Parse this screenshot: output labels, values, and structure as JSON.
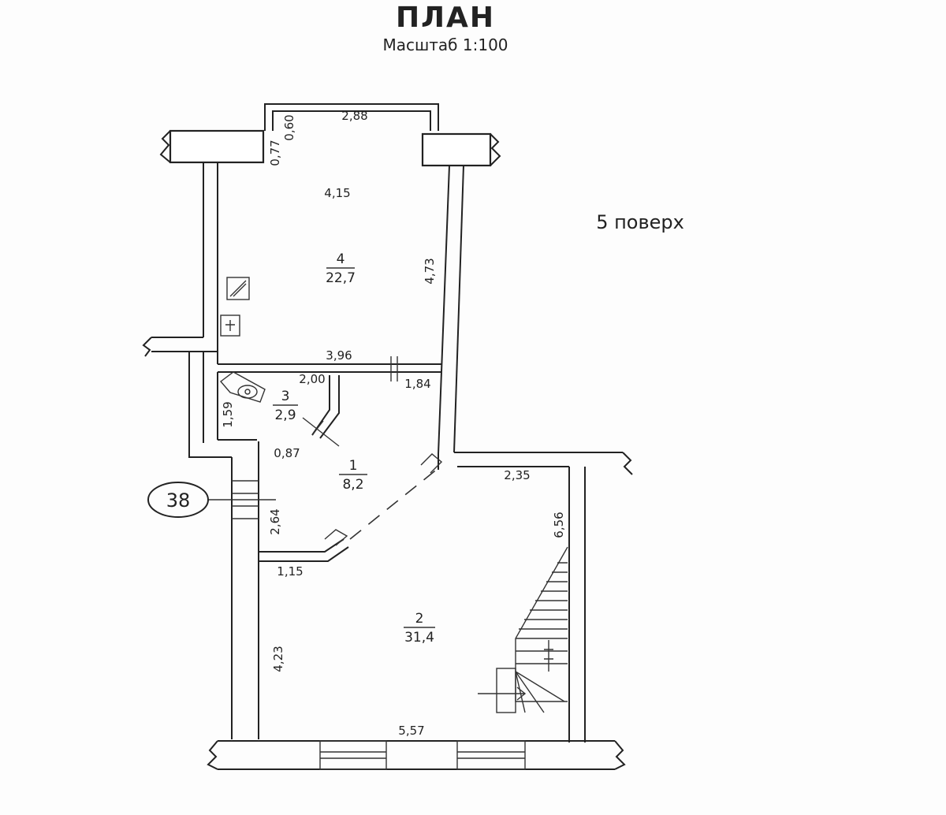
{
  "header": {
    "title": "ПЛАН",
    "scale": "Масштаб 1:100"
  },
  "floor_label": "5 поверх",
  "apartment_number": "38",
  "rooms": [
    {
      "number": "4",
      "area": "22,7"
    },
    {
      "number": "3",
      "area": "2,9"
    },
    {
      "number": "1",
      "area": "8,2"
    },
    {
      "number": "2",
      "area": "31,4"
    }
  ],
  "dimensions": {
    "bay_top": "2,88",
    "bay_left_upper": "0,60",
    "bay_left_lower": "0,77",
    "room4_width": "4,15",
    "room4_height": "4,73",
    "partition_width": "3,96",
    "bath_width": "2,00",
    "bath_height": "1,59",
    "hall_right": "1,84",
    "hall_left": "0,87",
    "corridor_right": "2,35",
    "hall_height": "2,64",
    "stair_height": "6,56",
    "corridor_lower": "1,15",
    "room2_height": "4,23",
    "room2_width": "5,57"
  }
}
